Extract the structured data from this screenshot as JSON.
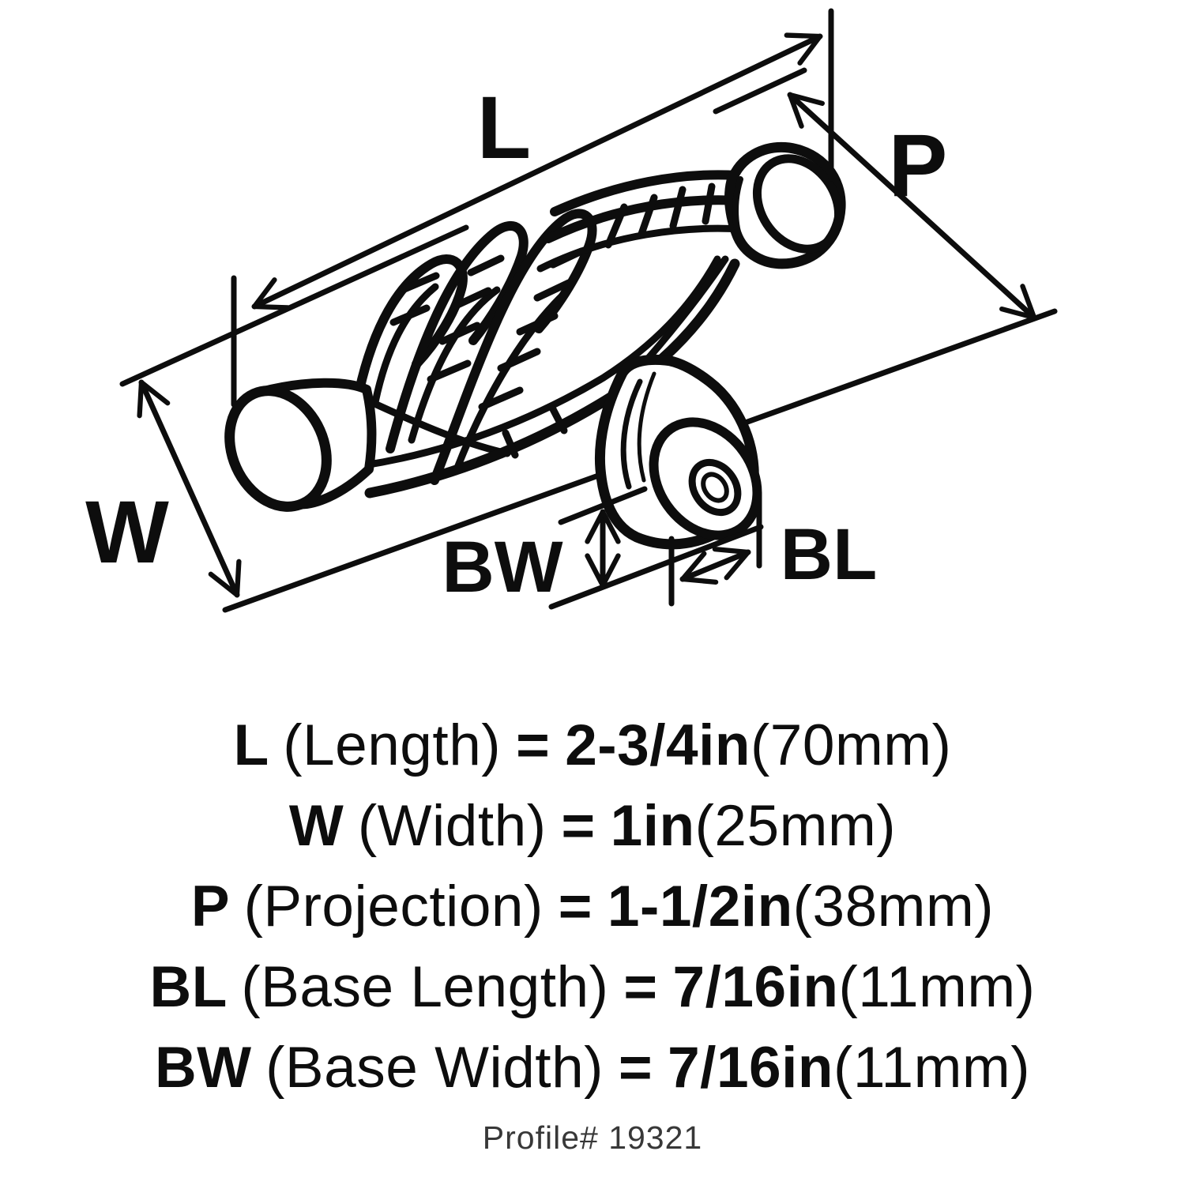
{
  "dimension_labels": {
    "length": "L",
    "projection": "P",
    "width": "W",
    "base_width": "BW",
    "base_length": "BL"
  },
  "spec_list": {
    "lines": [
      {
        "code": "L",
        "name": "(Length)",
        "eq": "=",
        "inch": "2-3/4in",
        "mm": "(70mm)"
      },
      {
        "code": "W",
        "name": "(Width)",
        "eq": "=",
        "inch": "1in",
        "mm": "(25mm)"
      },
      {
        "code": "P",
        "name": "(Projection)",
        "eq": "=",
        "inch": "1-1/2in",
        "mm": "(38mm)"
      },
      {
        "code": "BL",
        "name": "(Base Length)",
        "eq": "=",
        "inch": "7/16in",
        "mm": "(11mm)"
      },
      {
        "code": "BW",
        "name": "(Base Width)",
        "eq": "=",
        "inch": "7/16in",
        "mm": "(11mm)"
      }
    ],
    "profile": "Profile# 19321"
  },
  "colors": {
    "ink": "#0d0d0d",
    "muted": "#383838",
    "background": "#ffffff"
  }
}
